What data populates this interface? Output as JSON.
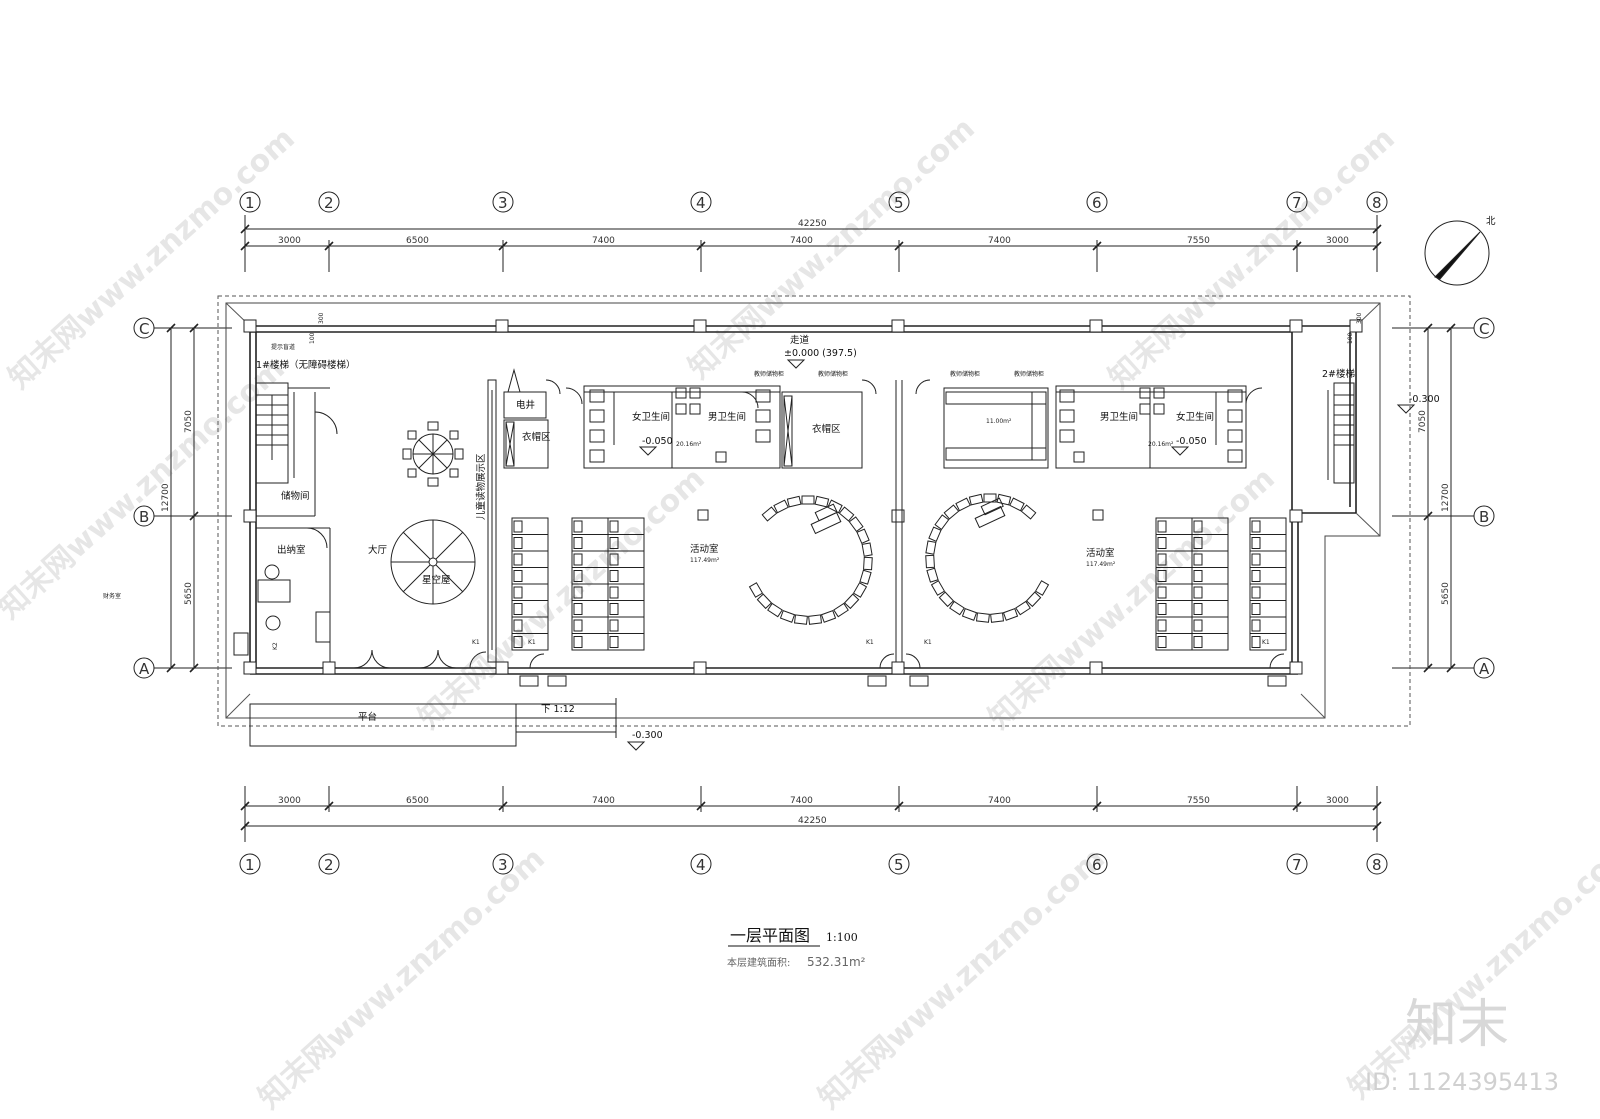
{
  "drawing": {
    "title": "一层平面图",
    "scale": "1:100",
    "area_label": "本层建筑面积:",
    "area_value": "532.31m²",
    "north_label": "北"
  },
  "grid": {
    "columns": [
      "1",
      "2",
      "3",
      "4",
      "5",
      "6",
      "7",
      "8"
    ],
    "rows": [
      "C",
      "B",
      "A"
    ],
    "x_spacings": [
      "3000",
      "6500",
      "7400",
      "7400",
      "7400",
      "7550",
      "3000"
    ],
    "x_total": "42250",
    "y_spacings": [
      "7050",
      "5650"
    ],
    "y_total": "12700"
  },
  "levels": {
    "floor": "±0.000 (397.5)",
    "toilet_left": "-0.050",
    "toilet_right": "-0.050",
    "stair_right": "-0.300",
    "platform": "-0.300"
  },
  "rooms": {
    "corridor": "走道",
    "stair1": "1#楼梯（无障碍楼梯）",
    "stair1_note": "提示盲道",
    "stair2": "2#楼梯",
    "storage": "储物间",
    "cashier": "出纳室",
    "hall": "大厅",
    "starry": "星空屋",
    "exhibit": "儿童读物展示区",
    "elec": "电井",
    "cloak_left": "衣帽区",
    "cloak_mid": "衣帽区",
    "w_toilet_left": "女卫生间",
    "m_toilet_left": "男卫生间",
    "m_toilet_right": "男卫生间",
    "w_toilet_right": "女卫生间",
    "activity_left": "活动室",
    "activity_right": "活动室",
    "platform": "平台",
    "ramp": "下 1:12",
    "finance": "财务室"
  },
  "areas": {
    "toilet_left": "20.16m²",
    "toilet_right": "20.16m²",
    "activity_left": "117.49m²",
    "activity_right": "117.49m²",
    "small_room": "11.00m²"
  },
  "marks": {
    "k1": "K1",
    "k2": "K2",
    "cabinet": "教师储物柜",
    "dim_100": "100",
    "dim_300": "300"
  },
  "watermark": {
    "text": "知末网www.znzmo.com",
    "brand": "知末",
    "id": "ID: 1124395413"
  }
}
